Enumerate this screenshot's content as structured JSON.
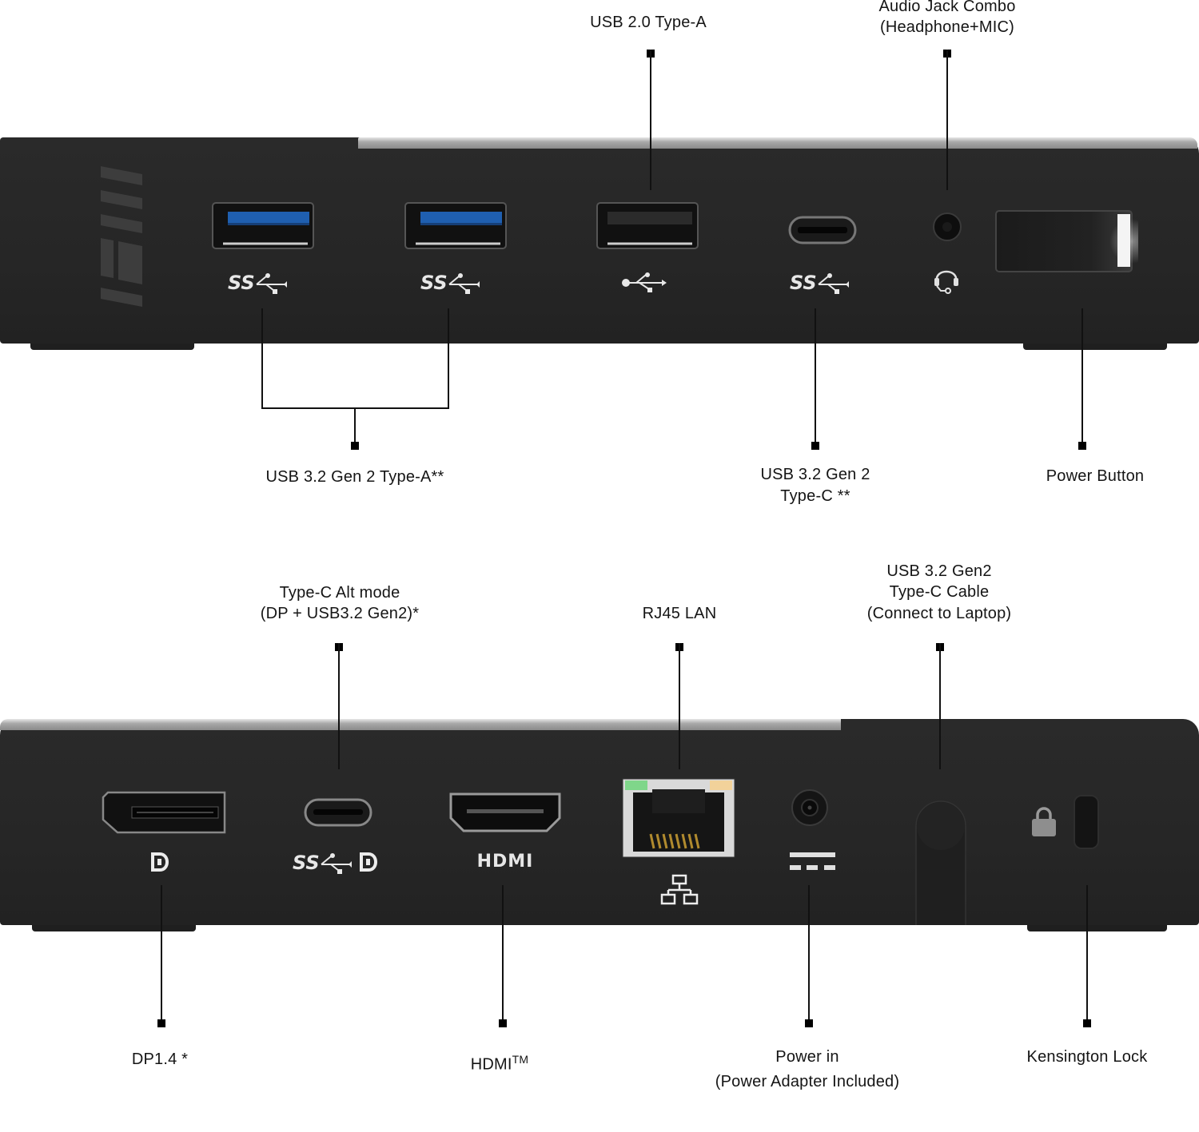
{
  "top_view": {
    "labels": {
      "usb20": "USB 2.0 Type-A",
      "audio_line1": "Audio Jack Combo",
      "audio_line2": "(Headphone+MIC)",
      "usb32a": "USB 3.2 Gen 2 Type-A**",
      "usb32c_line1": "USB 3.2 Gen 2",
      "usb32c_line2": "Type-C **",
      "power_button": "Power Button"
    },
    "icons": [
      "msi-logo-icon",
      "usb-ss-icon",
      "usb-ss-icon",
      "usb-icon",
      "usb-ss-icon",
      "headset-icon"
    ]
  },
  "bottom_view": {
    "labels": {
      "typec_alt_line1": "Type-C Alt mode",
      "typec_alt_line2": "(DP + USB3.2 Gen2)*",
      "rj45": "RJ45 LAN",
      "cable_line1": "USB 3.2 Gen2",
      "cable_line2": "Type-C Cable",
      "cable_line3": "(Connect to Laptop)",
      "dp": "DP1.4 *",
      "hdmi": "HDMI",
      "hdmi_tm": "TM",
      "power_in_line1": "Power in",
      "power_in_line2": "(Power Adapter Included)",
      "kensington": "Kensington Lock"
    },
    "icons": [
      "displayport-icon",
      "usb-ss-icon",
      "displayport-icon",
      "hdmi-logo-icon",
      "network-icon",
      "dc-power-icon",
      "lock-icon"
    ],
    "hdmi_logo_text": "HDMI"
  },
  "colors": {
    "device_body": "#262626",
    "usb3_blue": "#1f5fb0",
    "led_green": "#7fd68a",
    "led_amber": "#f2d29a",
    "rj45_pins": "#b08a2e"
  }
}
